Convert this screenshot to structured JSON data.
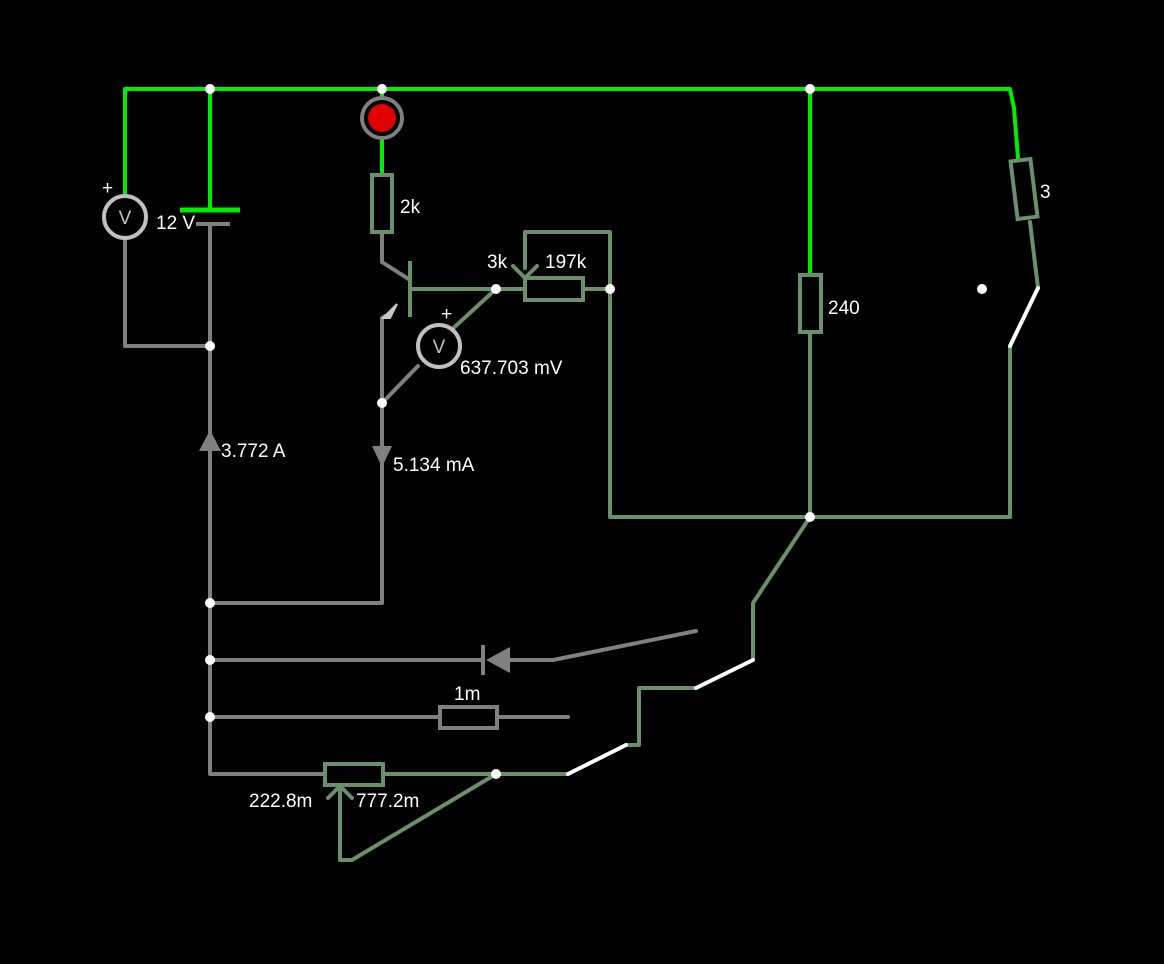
{
  "colors": {
    "background": "#000000",
    "high": "#00ee00",
    "mid": "#6b8f6b",
    "low": "#808080",
    "open_switch": "#ffffff",
    "indicator": "#e00000",
    "label": "#ffffff"
  },
  "labels": {
    "battery_voltage": "12 V",
    "voltmeter_left_plus": "+",
    "voltmeter_left_symbol": "V",
    "voltmeter_mid_plus": "+",
    "voltmeter_mid_symbol": "V",
    "voltmeter_mid_reading": "637.703 mV",
    "r_collector": "2k",
    "pot_top_left": "3k",
    "pot_top_right": "197k",
    "r_240": "240",
    "r_3": "3",
    "current_battery": "3.772 A",
    "current_emitter": "5.134 mA",
    "r_1m": "1m",
    "pot_bottom_left": "222.8m",
    "pot_bottom_right": "777.2m"
  }
}
